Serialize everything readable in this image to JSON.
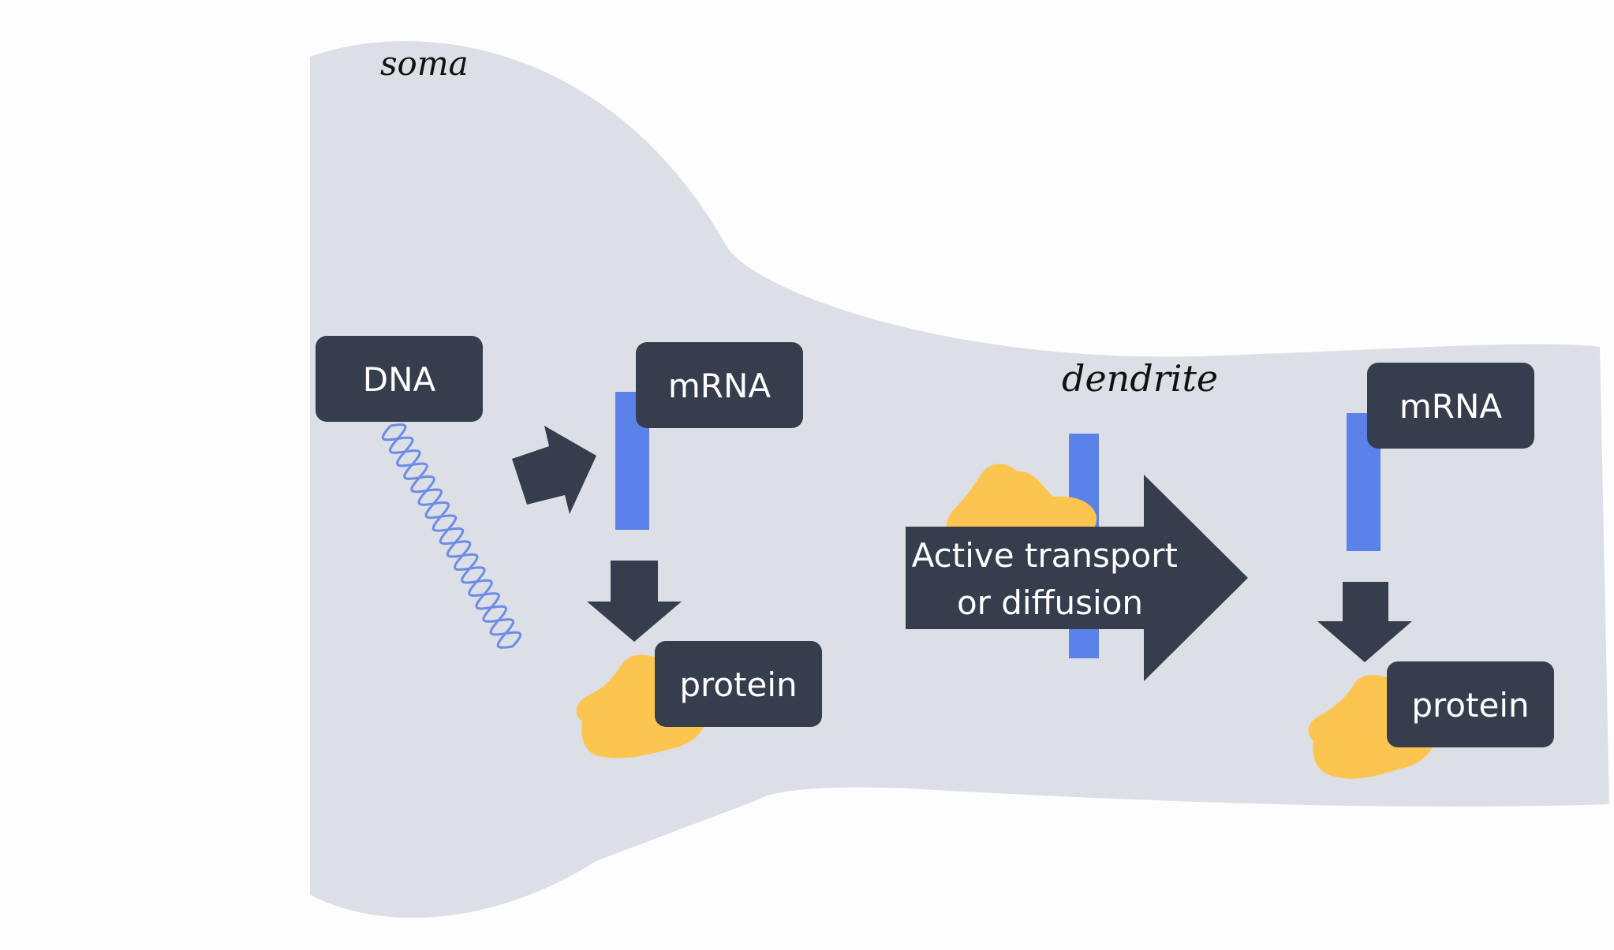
{
  "region_labels": {
    "soma": "soma",
    "dendrite": "dendrite"
  },
  "soma_side": {
    "dna_label": "DNA",
    "mrna_label": "mRNA",
    "protein_label": "protein"
  },
  "transport_label_lines": [
    "Active transport",
    "or diffusion"
  ],
  "dendrite_side": {
    "mrna_label": "mRNA",
    "protein_label": "protein"
  },
  "colors": {
    "cell_fill": "#dcdfe6",
    "box_fill": "#363d4c",
    "mrna_blue": "#5b82e8",
    "protein_yellow": "#fcc54f",
    "dna_strand": "#6d8ce6"
  },
  "icons": [
    "dna-helix-icon",
    "mrna-strand-icon",
    "protein-blob-icon",
    "arrow-icon"
  ]
}
